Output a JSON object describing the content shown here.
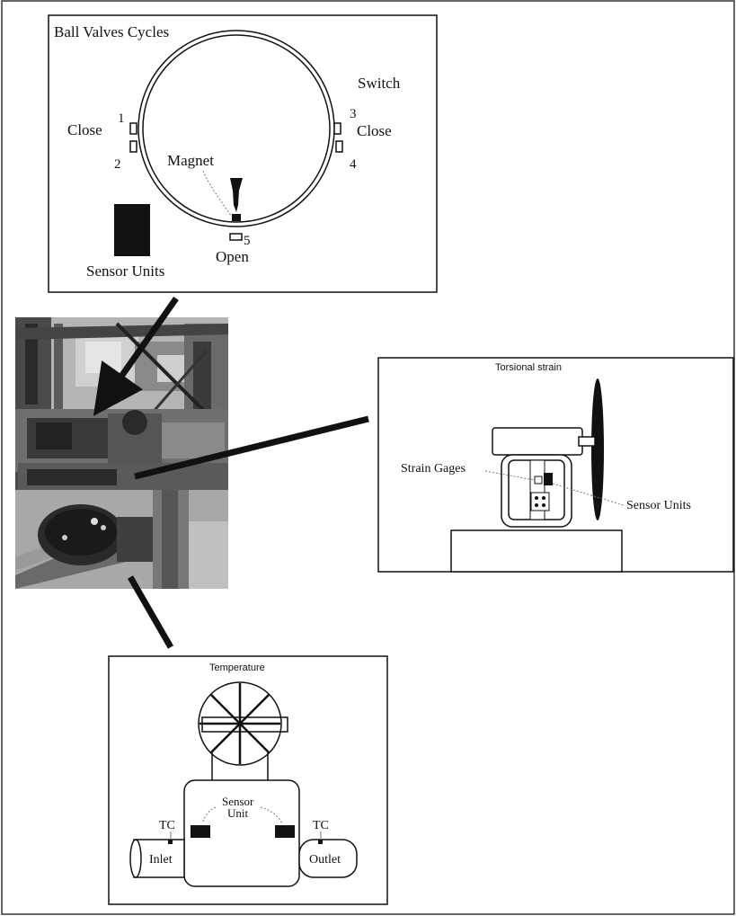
{
  "ball_valves": {
    "title": "Ball Valves Cycles",
    "switch_label": "Switch",
    "close_left": "Close",
    "close_right": "Close",
    "open_label": "Open",
    "magnet_label": "Magnet",
    "sensor_units_label": "Sensor Units",
    "numbers": [
      "1",
      "2",
      "3",
      "4",
      "5"
    ]
  },
  "torsional": {
    "title": "Torsional strain",
    "strain_gages_label": "Strain Gages",
    "sensor_units_label": "Sensor Units"
  },
  "temperature": {
    "title": "Temperature",
    "sensor_unit_line1": "Sensor",
    "sensor_unit_line2": "Unit",
    "tc_left": "TC",
    "tc_right": "TC",
    "inlet_label": "Inlet",
    "outlet_label": "Outlet"
  },
  "colors": {
    "ink": "#111111",
    "photo_dark": "#2a2a2a",
    "photo_mid": "#8a8a8a",
    "photo_light": "#cfcfcf"
  }
}
